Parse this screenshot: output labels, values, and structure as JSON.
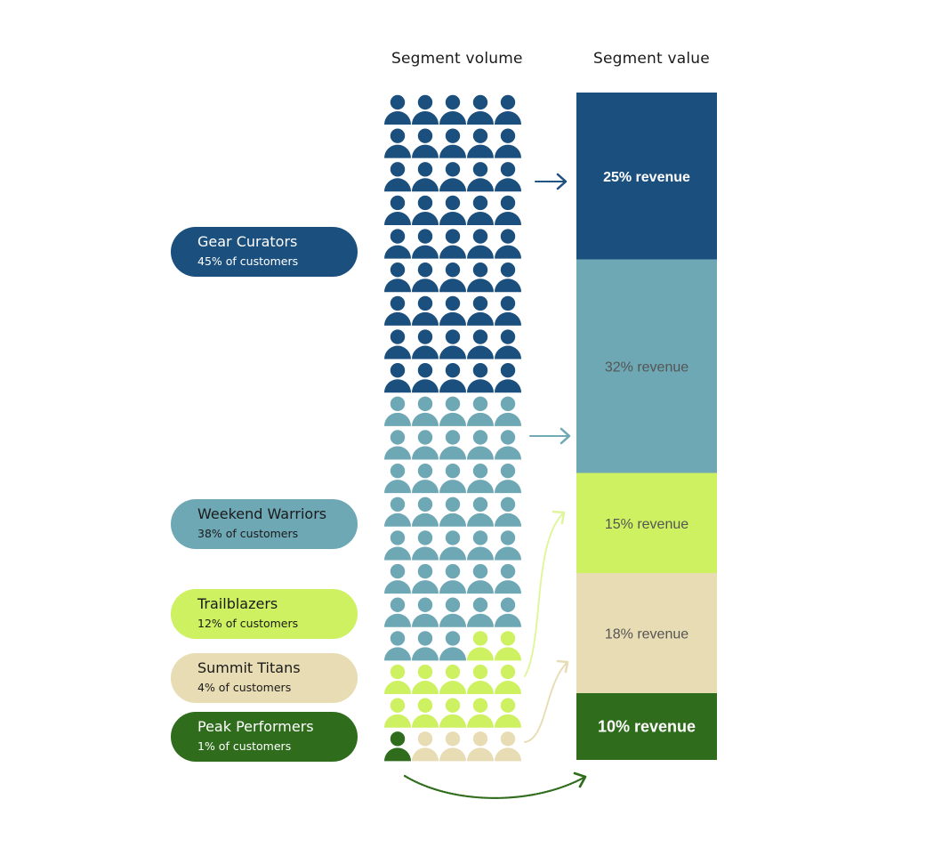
{
  "colors": {
    "Gear Curators": "#1b4f7e",
    "Weekend Warriors": "#6ea8b5",
    "Trailblazers": "#cdf160",
    "Summit Titans": "#e8dcb4",
    "Peak Performers": "#2f6d1d"
  },
  "text_colors": {
    "Gear Curators": "#ffffff",
    "Weekend Warriors": "#1a1a1a",
    "Trailblazers": "#1a1a1a",
    "Summit Titans": "#1a1a1a",
    "Peak Performers": "#ffffff"
  },
  "chart_data": {
    "type": "pictogram",
    "volume_title": "Segment volume",
    "value_title": "Segment value",
    "grid_columns": 5,
    "segments": [
      {
        "name": "Gear Curators",
        "customers_label": "45% of customers",
        "customers_pct": 45,
        "icons": 45,
        "revenue_label": "25% revenue",
        "revenue_pct": 25
      },
      {
        "name": "Weekend Warriors",
        "customers_label": "38% of customers",
        "customers_pct": 38,
        "icons": 38,
        "revenue_label": "32% revenue",
        "revenue_pct": 32
      },
      {
        "name": "Trailblazers",
        "customers_label": "12% of customers",
        "customers_pct": 12,
        "icons": 12,
        "revenue_label": "15% revenue",
        "revenue_pct": 15
      },
      {
        "name": "Summit Titans",
        "customers_label": "4% of customers",
        "customers_pct": 4,
        "icons": 4,
        "revenue_label": "18% revenue",
        "revenue_pct": 18
      },
      {
        "name": "Peak Performers",
        "customers_label": "1% of customers",
        "customers_pct": 1,
        "icons": 1,
        "revenue_label": "10% revenue",
        "revenue_pct": 10
      }
    ]
  }
}
